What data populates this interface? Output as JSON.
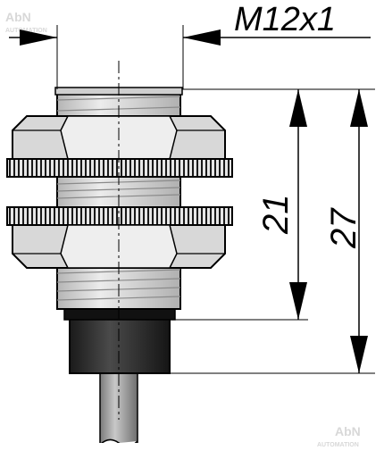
{
  "dimensions": {
    "thread": "M12x1",
    "length_short": "21",
    "length_long": "27"
  },
  "watermark": {
    "top_brand": "AbN",
    "top_sub": "AUTOMATION",
    "bottom_brand": "AbN",
    "bottom_sub": "AUTOMATION"
  },
  "colors": {
    "metal": "#d4d4d4",
    "metal_dark": "#a8a8a8",
    "collar": "#2a2a2a",
    "cable": "#9a9a9a",
    "line": "#000000"
  }
}
